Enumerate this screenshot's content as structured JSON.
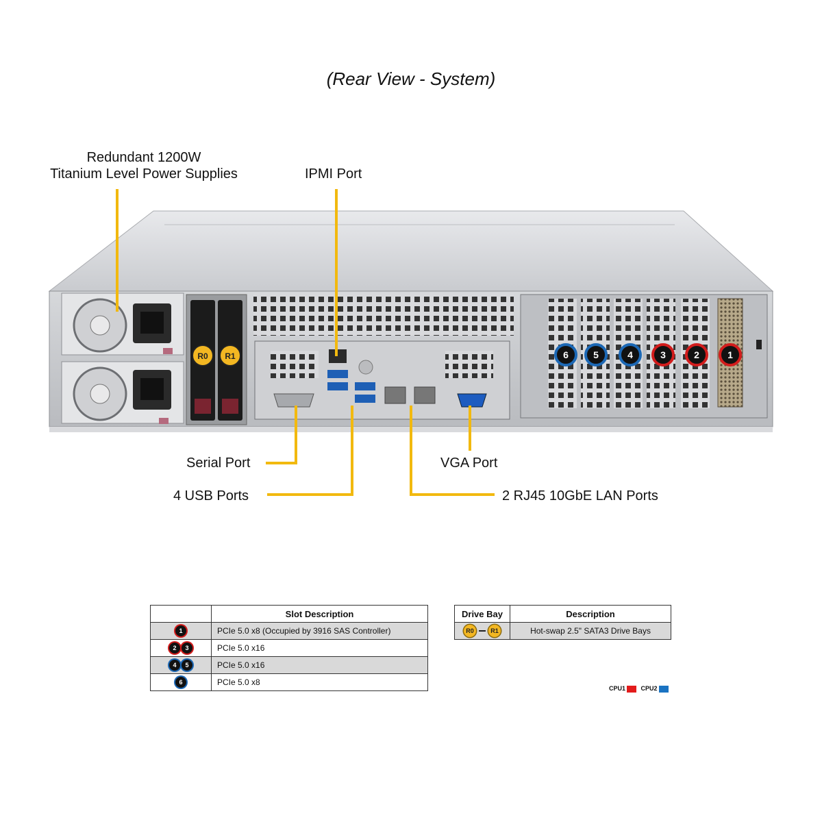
{
  "title": "(Rear View - System)",
  "callouts": {
    "power_line1": "Redundant 1200W",
    "power_line2": "Titanium Level Power Supplies",
    "ipmi": "IPMI Port",
    "serial": "Serial Port",
    "usb": "4 USB Ports",
    "vga": "VGA Port",
    "lan": "2 RJ45 10GbE LAN Ports"
  },
  "chassis": {
    "drive_bays": [
      "R0",
      "R1"
    ],
    "slots": [
      {
        "label": "6",
        "cpu": "CPU2"
      },
      {
        "label": "5",
        "cpu": "CPU2"
      },
      {
        "label": "4",
        "cpu": "CPU2"
      },
      {
        "label": "3",
        "cpu": "CPU1"
      },
      {
        "label": "2",
        "cpu": "CPU1"
      },
      {
        "label": "1",
        "cpu": "CPU1"
      }
    ]
  },
  "slot_table": {
    "headers": [
      "",
      "Slot Description"
    ],
    "rows": [
      {
        "slots": [
          "1"
        ],
        "colors": [
          "red"
        ],
        "description": "PCIe 5.0 x8 (Occupied by 3916 SAS Controller)"
      },
      {
        "slots": [
          "2",
          "3"
        ],
        "colors": [
          "red",
          "red"
        ],
        "description": "PCIe 5.0 x16"
      },
      {
        "slots": [
          "4",
          "5"
        ],
        "colors": [
          "blue",
          "blue"
        ],
        "description": "PCIe 5.0 x16"
      },
      {
        "slots": [
          "6"
        ],
        "colors": [
          "blue"
        ],
        "description": "PCIe 5.0 x8"
      }
    ]
  },
  "drive_table": {
    "headers": [
      "Drive Bay",
      "Description"
    ],
    "bays": [
      "R0",
      "R1"
    ],
    "description": "Hot-swap 2.5\" SATA3 Drive Bays"
  },
  "legend": [
    {
      "label": "CPU1",
      "color": "#e31b1b"
    },
    {
      "label": "CPU2",
      "color": "#1a73c2"
    }
  ],
  "colors": {
    "leader": "#f2b90f",
    "cpu1": "#d21c1c",
    "cpu2": "#1c68b5",
    "drive_badge": "#f3b722"
  }
}
